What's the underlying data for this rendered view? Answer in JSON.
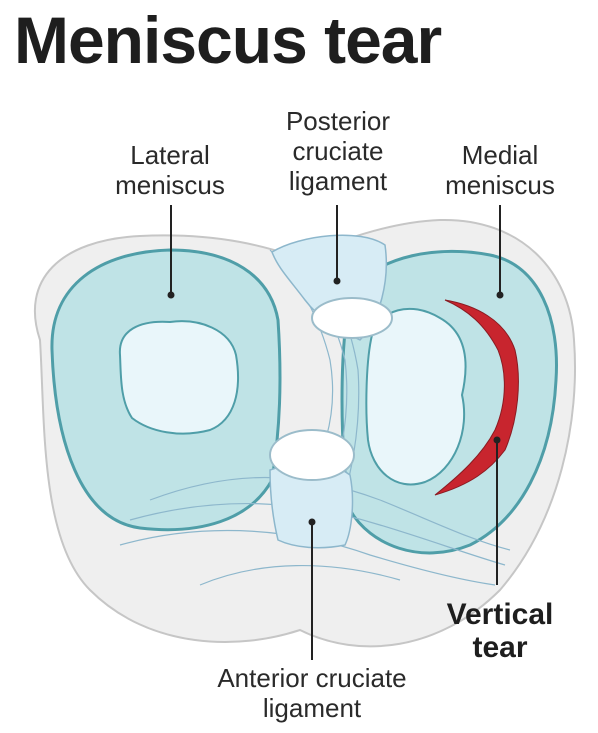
{
  "title": "Meniscus tear",
  "labels": {
    "lateral_meniscus": [
      "Lateral",
      "meniscus"
    ],
    "posterior_cruciate_ligament": [
      "Posterior",
      "cruciate",
      "ligament"
    ],
    "medial_meniscus": [
      "Medial",
      "meniscus"
    ],
    "vertical_tear": [
      "Vertical",
      "tear"
    ],
    "anterior_cruciate_ligament": [
      "Anterior cruciate",
      "ligament"
    ]
  },
  "colors": {
    "meniscus": "#bfe3e6",
    "meniscus_edge": "#4f9ea8",
    "tibial_plateau": "#e9f6fa",
    "bone_base": "#eeeeee",
    "ligament": "#d7ecf5",
    "tear": "#c8252e"
  }
}
